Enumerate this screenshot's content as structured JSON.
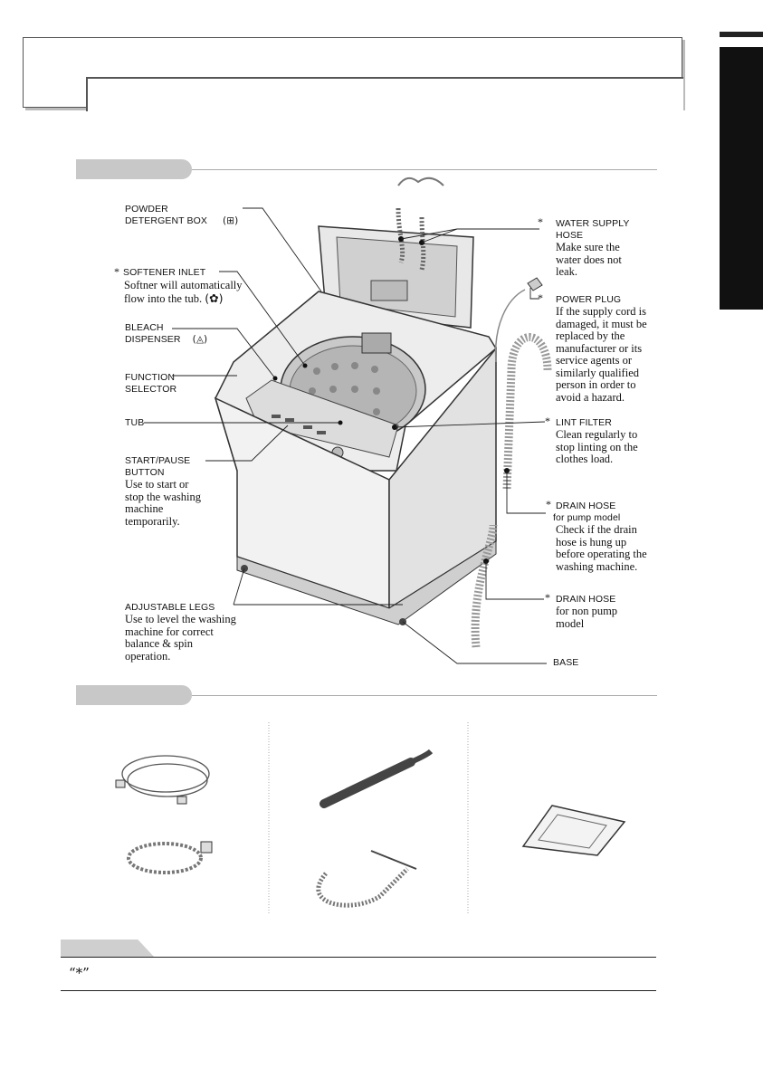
{
  "parts": {
    "powder_detergent": {
      "line1": "POWDER",
      "line2": "DETERGENT BOX"
    },
    "softener": {
      "star": "*",
      "label": "SOFTENER  INLET",
      "desc1": "Softner will automatically",
      "desc2": "flow into the tub."
    },
    "bleach": {
      "line1": "BLEACH",
      "line2": "DISPENSER"
    },
    "function_selector": {
      "line1": "FUNCTION",
      "line2": "SELECTOR"
    },
    "tub": {
      "label": "TUB"
    },
    "start_pause": {
      "line1": "START/PAUSE",
      "line2": "BUTTON",
      "desc": [
        "Use to start or",
        "stop the washing",
        "machine",
        "temporarily."
      ]
    },
    "adjustable_legs": {
      "label": "ADJUSTABLE LEGS",
      "desc": [
        "Use to level the washing",
        "machine for correct",
        "balance & spin",
        "operation."
      ]
    },
    "water_supply_hose": {
      "star": "*",
      "line1": "WATER SUPPLY",
      "line2": "HOSE",
      "desc": [
        "Make sure the",
        "water does not",
        "leak."
      ]
    },
    "power_plug": {
      "star": "*",
      "label": "POWER PLUG",
      "desc": [
        "If the supply cord is",
        "damaged, it must be",
        "replaced by the",
        "manufacturer or its",
        "service agents or",
        "similarly qualified",
        "person in order to",
        "avoid a hazard."
      ]
    },
    "lint_filter": {
      "star": "*",
      "label": "LINT FILTER",
      "desc": [
        "Clean regularly to",
        "stop linting on the",
        "clothes load."
      ]
    },
    "drain_hose_pump": {
      "star": "*",
      "line1": "DRAIN HOSE",
      "line2": "for pump model",
      "desc": [
        "Check if the drain",
        "hose is hung up",
        "before operating the",
        "washing machine."
      ]
    },
    "drain_hose_nonpump": {
      "star": "*",
      "label": "DRAIN HOSE",
      "desc": [
        "for non pump",
        "model"
      ]
    },
    "base": {
      "label": "BASE"
    }
  },
  "note": {
    "mark": "“*”"
  },
  "icons": {
    "powder": "powder-detergent-icon",
    "softener": "softener-icon",
    "bleach": "bleach-icon"
  }
}
